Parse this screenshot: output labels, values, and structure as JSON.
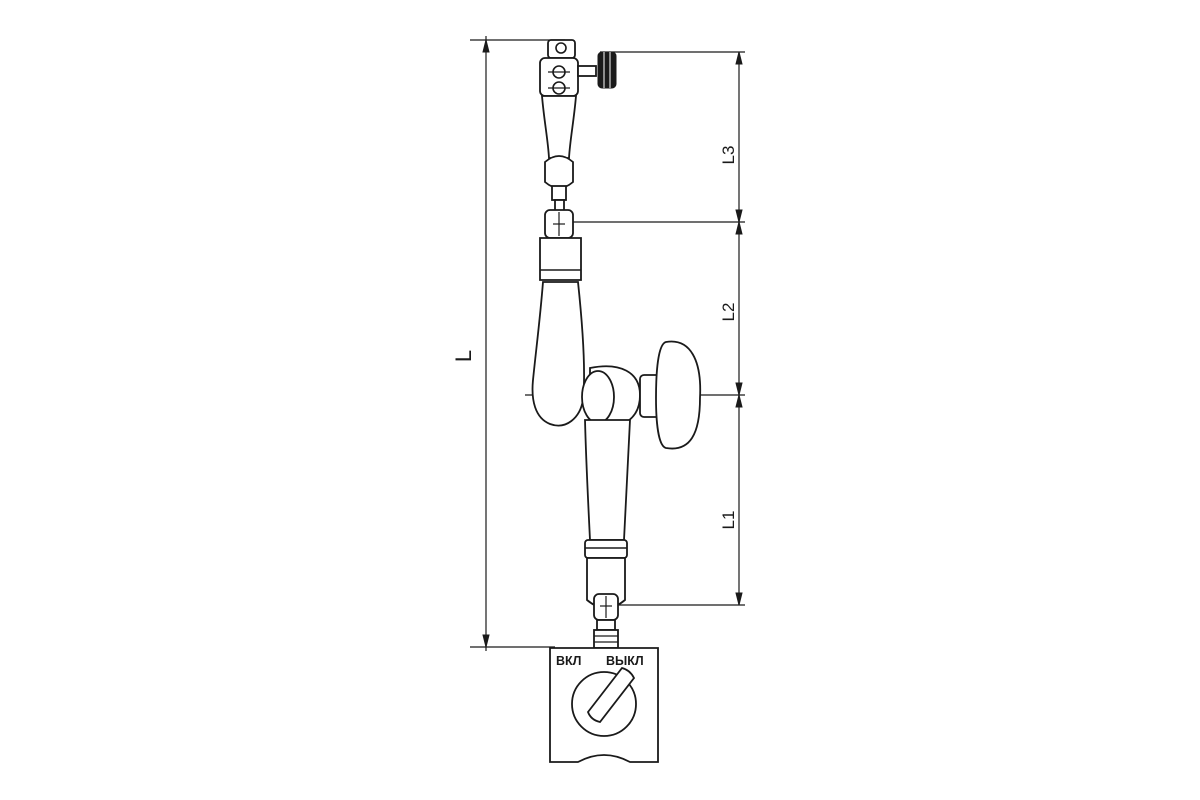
{
  "dimensions": {
    "overall": "L",
    "segment_1": "L1",
    "segment_2": "L2",
    "segment_3": "L3"
  },
  "switch": {
    "on_label": "ВКЛ",
    "off_label": "ВЫКЛ"
  },
  "colors": {
    "line": "#1a1a1a",
    "background": "#ffffff"
  }
}
